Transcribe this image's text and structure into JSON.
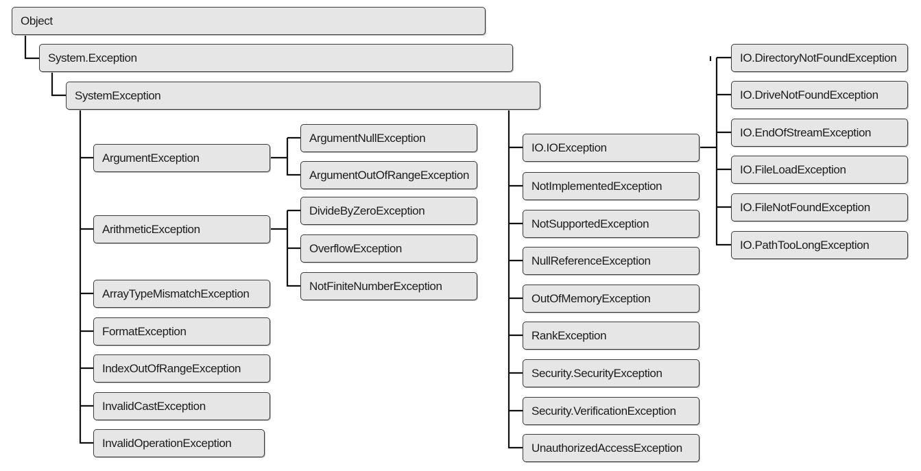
{
  "nodes": {
    "object": "Object",
    "system_exception_base": "System.Exception",
    "system_exception": "SystemException",
    "argument_exception": "ArgumentException",
    "argument_null_exception": "ArgumentNullException",
    "argument_out_of_range_exception": "ArgumentOutOfRangeException",
    "arithmetic_exception": "ArithmeticException",
    "divide_by_zero_exception": "DivideByZeroException",
    "overflow_exception": "OverflowException",
    "not_finite_number_exception": "NotFiniteNumberException",
    "array_type_mismatch_exception": "ArrayTypeMismatchException",
    "format_exception": "FormatException",
    "index_out_of_range_exception": "IndexOutOfRangeException",
    "invalid_cast_exception": "InvalidCastException",
    "invalid_operation_exception": "InvalidOperationException",
    "io_exception": "IO.IOException",
    "not_implemented_exception": "NotImplementedException",
    "not_supported_exception": "NotSupportedException",
    "null_reference_exception": "NullReferenceException",
    "out_of_memory_exception": "OutOfMemoryException",
    "rank_exception": "RankException",
    "security_exception": "Security.SecurityException",
    "verification_exception": "Security.VerificationException",
    "unauthorized_access_exception": "UnauthorizedAccessException",
    "directory_not_found_exception": "IO.DirectoryNotFoundException",
    "drive_not_found_exception": "IO.DriveNotFoundException",
    "end_of_stream_exception": "IO.EndOfStreamException",
    "file_load_exception": "IO.FileLoadException",
    "file_not_found_exception": "IO.FileNotFoundException",
    "path_too_long_exception": "IO.PathTooLongException"
  }
}
